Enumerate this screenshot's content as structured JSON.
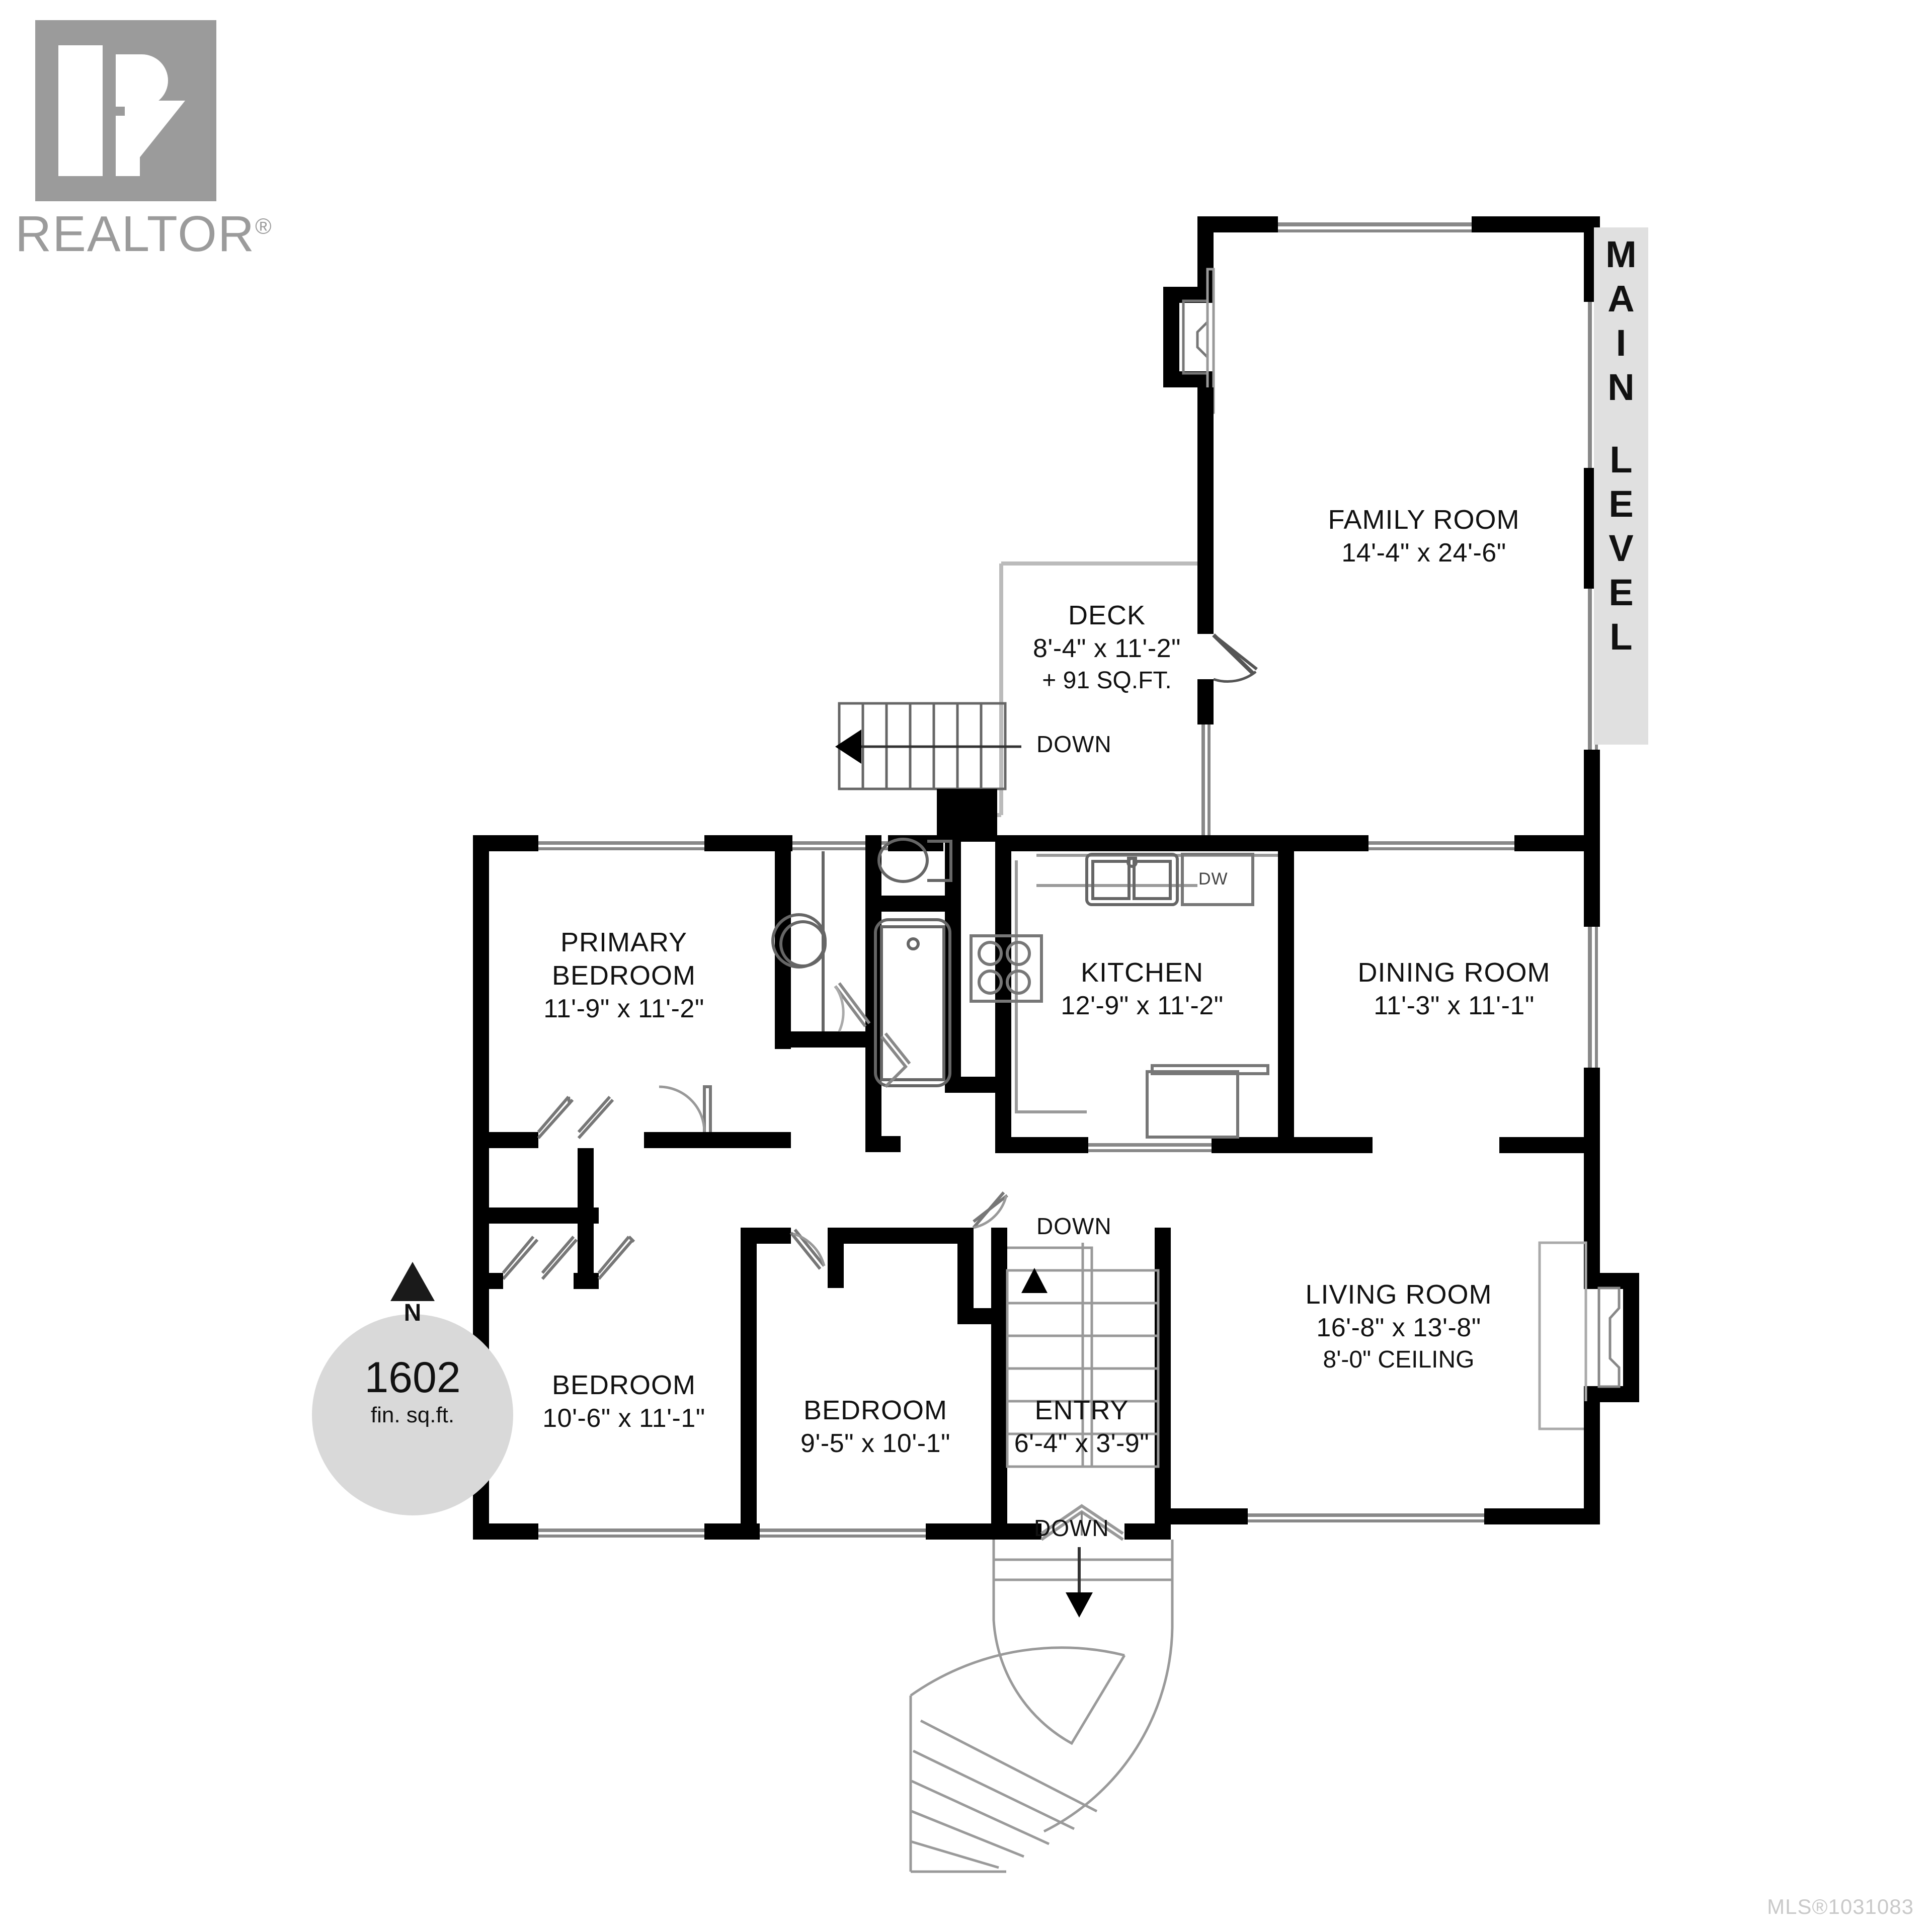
{
  "branding": {
    "logo_word": "REALTOR",
    "logo_registered": "®"
  },
  "level_tab": {
    "line1": "MAIN",
    "line2": "LEVEL",
    "letters": [
      "M",
      "A",
      "I",
      "N",
      "",
      "L",
      "E",
      "V",
      "E",
      "L"
    ]
  },
  "area_badge": {
    "value": "1602",
    "unit": "fin. sq.ft.",
    "compass": "N"
  },
  "rooms": [
    {
      "name": "FAMILY ROOM",
      "dim": "14'-4\" x 24'-6\"",
      "extra": ""
    },
    {
      "name": "DECK",
      "dim": "8'-4\" x 11'-2\"",
      "extra": "+ 91 SQ.FT."
    },
    {
      "name": "PRIMARY\nBEDROOM",
      "dim": "11'-9\" x 11'-2\"",
      "extra": ""
    },
    {
      "name": "KITCHEN",
      "dim": "12'-9\" x 11'-2\"",
      "extra": ""
    },
    {
      "name": "DINING ROOM",
      "dim": "11'-3\" x 11'-1\"",
      "extra": ""
    },
    {
      "name": "LIVING ROOM",
      "dim": "16'-8\" x 13'-8\"",
      "extra": "8'-0\" CEILING"
    },
    {
      "name": "BEDROOM",
      "dim": "10'-6\" x 11'-1\"",
      "extra": ""
    },
    {
      "name": "BEDROOM",
      "dim": "9'-5\" x 10'-1\"",
      "extra": ""
    },
    {
      "name": "ENTRY",
      "dim": "6'-4\" x 3'-9\"",
      "extra": ""
    }
  ],
  "room_labels": {
    "family_room": {
      "name": "FAMILY ROOM",
      "dim": "14'-4\" x 24'-6\""
    },
    "deck": {
      "name": "DECK",
      "dim": "8'-4\" x 11'-2\"",
      "extra": "+ 91 SQ.FT."
    },
    "primary_bed_l1": "PRIMARY",
    "primary_bed_l2": "BEDROOM",
    "primary_bed_dim": "11'-9\" x 11'-2\"",
    "kitchen": {
      "name": "KITCHEN",
      "dim": "12'-9\" x 11'-2\""
    },
    "dining_room": {
      "name": "DINING ROOM",
      "dim": "11'-3\" x 11'-1\""
    },
    "living_room": {
      "name": "LIVING ROOM",
      "dim": "16'-8\" x 13'-8\"",
      "extra": "8'-0\" CEILING"
    },
    "bedroom2": {
      "name": "BEDROOM",
      "dim": "10'-6\" x 11'-1\""
    },
    "bedroom3": {
      "name": "BEDROOM",
      "dim": "9'-5\" x 10'-1\""
    },
    "entry": {
      "name": "ENTRY",
      "dim": "6'-4\" x 3'-9\""
    }
  },
  "annotations": {
    "deck_down": "DOWN",
    "stair_down_upper": "DOWN",
    "stair_down_lower": "DOWN",
    "dishwasher": "DW"
  },
  "footer": {
    "mls": "MLS®1031083"
  },
  "colors": {
    "wall": "#000000",
    "fixture_line": "#555555",
    "tab_background": "#e0e0e0",
    "badge_background": "#d9d9d9",
    "logo_gray": "#9b9b9b",
    "mls_gray": "#c9c9c9"
  }
}
